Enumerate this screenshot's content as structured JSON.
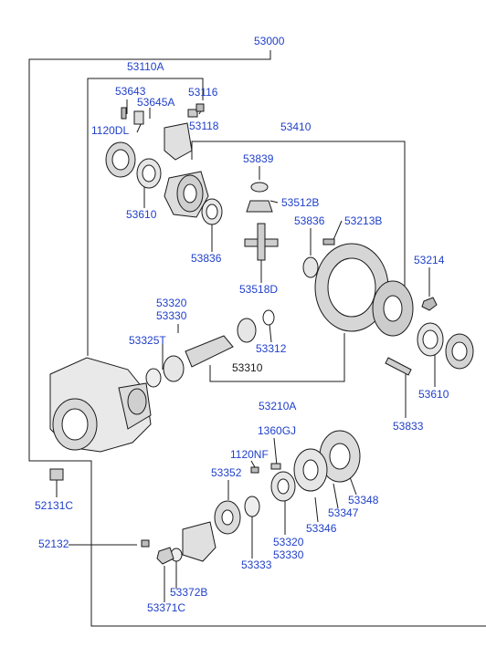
{
  "labels": {
    "p53000": "53000",
    "p53110A": "53110A",
    "p53643": "53643",
    "p53645A": "53645A",
    "p53116": "53116",
    "p1120DL": "1120DL",
    "p53118": "53118",
    "p53410": "53410",
    "p53839": "53839",
    "p53512B": "53512B",
    "p53610a": "53610",
    "p53836a": "53836",
    "p53213B": "53213B",
    "p53836b": "53836",
    "p53214": "53214",
    "p53518D": "53518D",
    "p53320a": "53320",
    "p53330a": "53330",
    "p53325T": "53325T",
    "p53312": "53312",
    "p53310": "53310",
    "p53610b": "53610",
    "p53210A": "53210A",
    "p53833": "53833",
    "p1360GJ": "1360GJ",
    "p1120NF": "1120NF",
    "p53352": "53352",
    "p53348": "53348",
    "p53347": "53347",
    "p52131C": "52131C",
    "p53346": "53346",
    "p53320b": "53320",
    "p53330b": "53330",
    "p52132": "52132",
    "p53333": "53333",
    "p53372B": "53372B",
    "p53371C": "53371C"
  },
  "colors": {
    "label": "#1f3fc9",
    "line": "#1a1a1a"
  }
}
